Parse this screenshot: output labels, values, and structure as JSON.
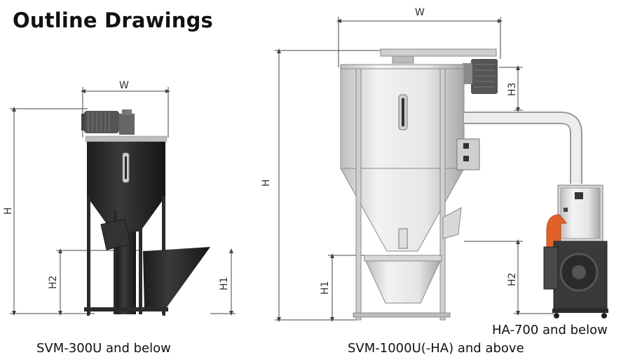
{
  "title": "Outline Drawings",
  "captions": {
    "left": "SVM-300U and below",
    "right": "SVM-1000U(-HA) and above",
    "dryer": "HA-700 and below"
  },
  "dimension_labels": {
    "w": "W",
    "h": "H",
    "h1": "H1",
    "h2": "H2",
    "h3": "H3"
  },
  "colors": {
    "black_machine": "#2b2b2b",
    "steel": "#d8d8d8",
    "steel_dark": "#9a9a9a",
    "motor": "#5a5a5a",
    "orange_duct": "#e0622a",
    "dimension_line": "#444444"
  }
}
